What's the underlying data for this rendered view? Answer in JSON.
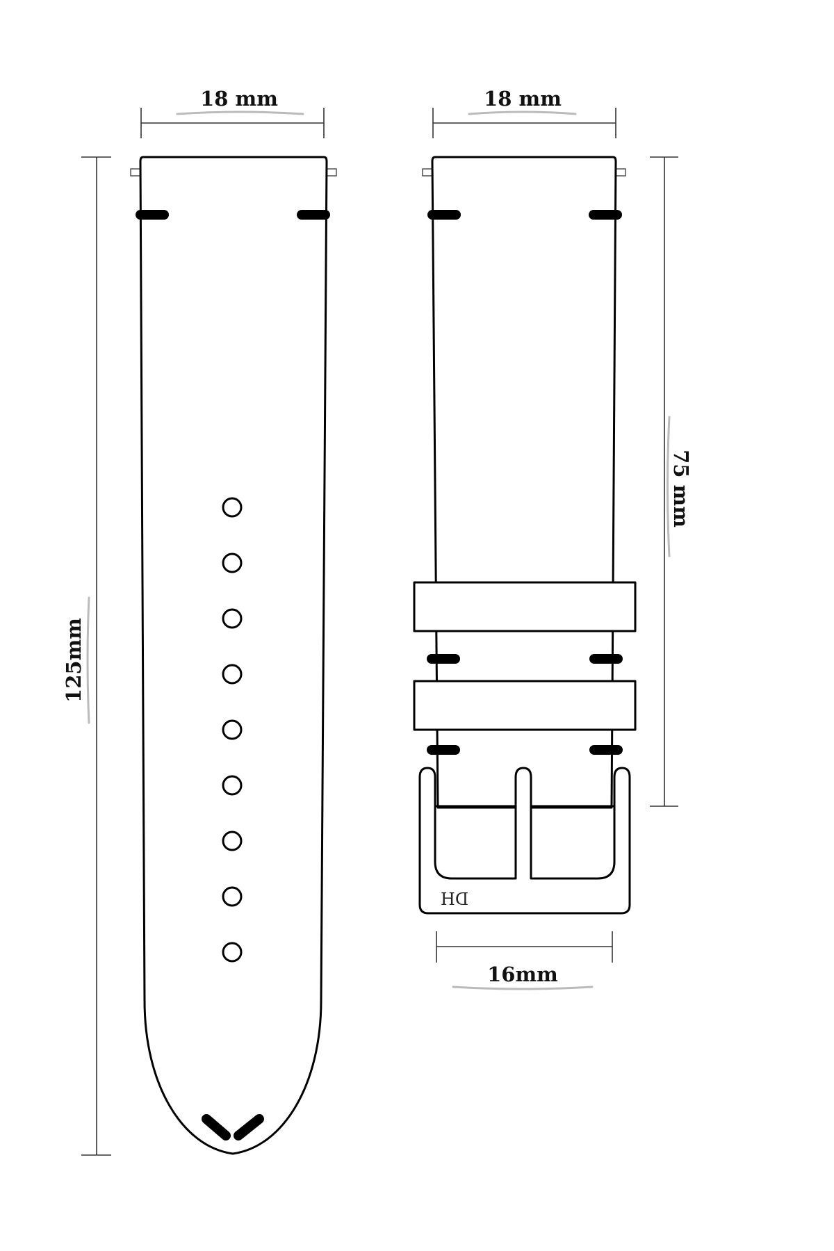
{
  "dimensions": {
    "long_strap_width": "18 mm",
    "short_strap_width": "18 mm",
    "long_strap_length": "125mm",
    "short_strap_length": "75 mm",
    "buckle_width": "16mm"
  },
  "buckle": {
    "logo": "DH"
  },
  "colors": {
    "outline": "#000000",
    "background": "#ffffff"
  }
}
